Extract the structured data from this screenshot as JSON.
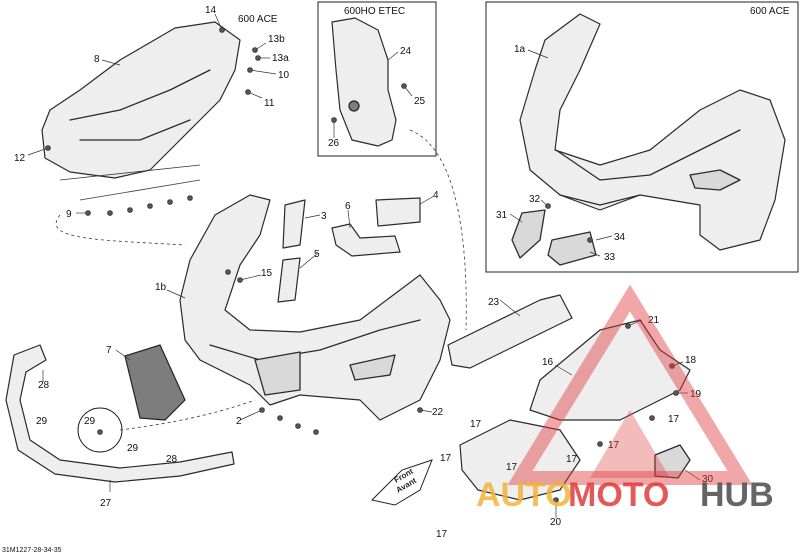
{
  "drawing_code": "31M1227-28-34-35",
  "inset_boxes": {
    "etec": {
      "title": "600HO ETEC"
    },
    "ace": {
      "title": "600 ACE"
    }
  },
  "variant_note": "600 ACE",
  "direction_arrow": {
    "line1": "Front",
    "line2": "Avant"
  },
  "watermark": {
    "part1": "AUTO",
    "part2": "MOTO",
    "part3": "HUB",
    "colors": {
      "auto": "#f2b43a",
      "moto": "#e03b3b",
      "hub": "#555555"
    }
  },
  "callouts": [
    "14",
    "13b",
    "13a",
    "10",
    "11",
    "8",
    "12",
    "9",
    "24",
    "25",
    "26",
    "1a",
    "32",
    "31",
    "34",
    "33",
    "3",
    "6",
    "4",
    "5",
    "15",
    "1b",
    "7",
    "28",
    "29",
    "29",
    "29",
    "28",
    "27",
    "2",
    "22",
    "23",
    "21",
    "16",
    "18",
    "19",
    "17",
    "17",
    "17",
    "17",
    "17",
    "17",
    "17",
    "30",
    "20"
  ]
}
